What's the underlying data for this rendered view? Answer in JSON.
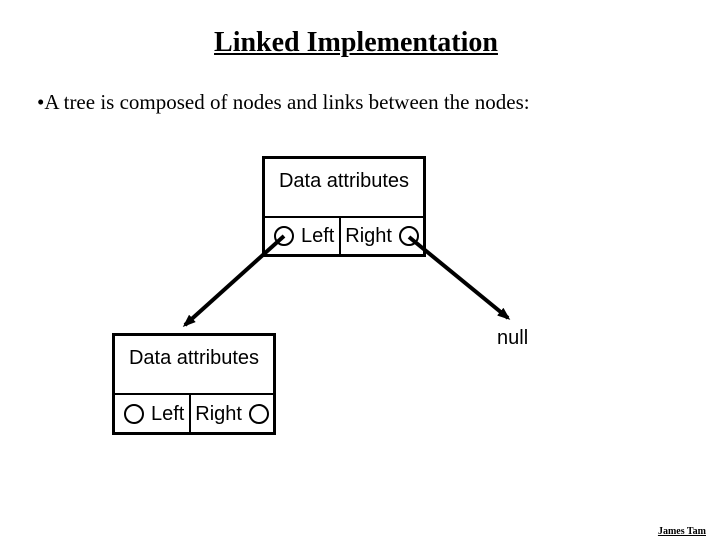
{
  "slide": {
    "title": "Linked Implementation",
    "bullet": "•A tree is composed of nodes and links between the nodes:",
    "footer": "James Tam"
  },
  "diagram": {
    "parent_node": {
      "data_label": "Data attributes",
      "left_label": "Left",
      "right_label": "Right"
    },
    "child_node": {
      "data_label": "Data attributes",
      "left_label": "Left",
      "right_label": "Right"
    },
    "null_label": "null",
    "colors": {
      "ink": "#000000",
      "background": "#ffffff"
    }
  }
}
